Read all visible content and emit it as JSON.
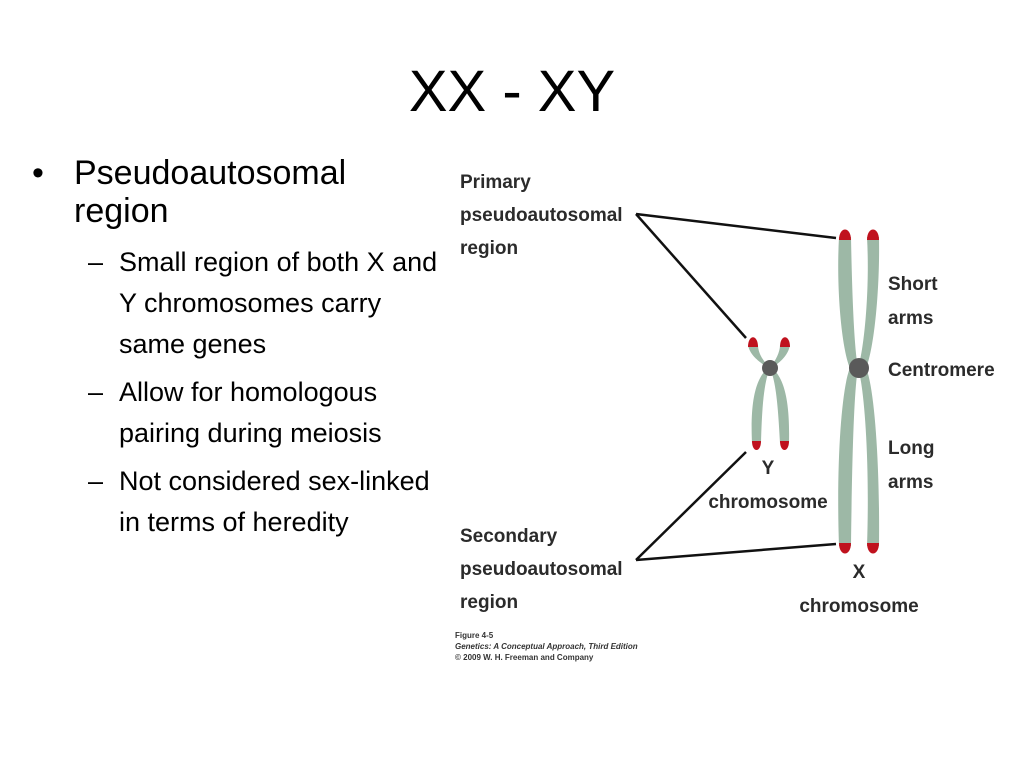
{
  "title": "XX - XY",
  "bullets": {
    "main": "Pseudoautosomal region",
    "subs": [
      "Small region of both X and Y chromosomes carry same genes",
      "Allow for homologous pairing during meiosis",
      "Not considered sex-linked in terms of heredity"
    ]
  },
  "figure": {
    "primary_label": [
      "Primary",
      "pseudoautosomal",
      "region"
    ],
    "secondary_label": [
      "Secondary",
      "pseudoautosomal",
      "region"
    ],
    "short_arms_label": [
      "Short",
      "arms"
    ],
    "centromere_label": "Centromere",
    "long_arms_label": [
      "Long",
      "arms"
    ],
    "y_label": [
      "Y",
      "chromosome"
    ],
    "x_label": [
      "X",
      "chromosome"
    ],
    "caption": [
      "Figure 4-5",
      "Genetics: A Conceptual Approach, Third Edition",
      "© 2009 W. H. Freeman and Company"
    ],
    "colors": {
      "arm": "#9db8a6",
      "tip": "#c0121e",
      "centromere": "#5a5a5a",
      "line": "#111111"
    }
  }
}
